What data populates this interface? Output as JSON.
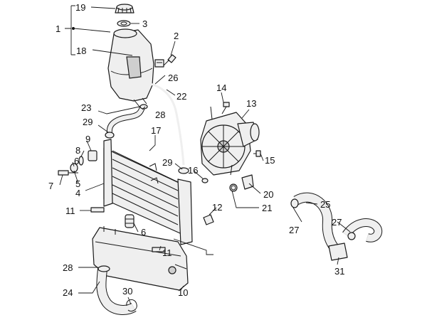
{
  "diagram": {
    "callouts": {
      "c1": "1",
      "c3": "3",
      "c19": "19",
      "c18": "18",
      "c2": "2",
      "c26": "26",
      "c22": "22",
      "c14": "14",
      "c13": "13",
      "c23": "23",
      "c28a": "28",
      "c29a": "29",
      "c17": "17",
      "c9": "9",
      "c8": "8",
      "c6a": "6",
      "c5": "5",
      "c7": "7",
      "c4": "4",
      "c29b": "29",
      "c16": "16",
      "c15": "15",
      "c20": "20",
      "c21": "21",
      "c25": "25",
      "c11a": "11",
      "c12": "12",
      "c27a": "27",
      "c27b": "27",
      "c6b": "6",
      "c11b": "11",
      "c31": "31",
      "c28b": "28",
      "c24": "24",
      "c30": "30",
      "c10": "10"
    }
  }
}
